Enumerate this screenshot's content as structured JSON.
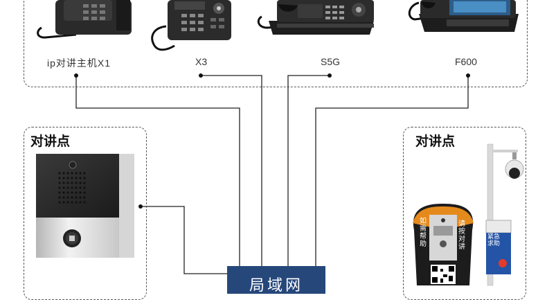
{
  "phones": [
    {
      "id": "x1",
      "label": "ip对讲主机X1"
    },
    {
      "id": "x3",
      "label": "X3"
    },
    {
      "id": "s5g",
      "label": "S5G"
    },
    {
      "id": "f600",
      "label": "F600"
    }
  ],
  "left_point": {
    "title": "对讲点"
  },
  "right_point": {
    "title": "对讲点"
  },
  "network": {
    "label": "局域网"
  },
  "kiosk_text": {
    "left": "如需帮助",
    "right": "请按对讲",
    "pole": "紧急求助"
  },
  "colors": {
    "lan_fill": "#26477a",
    "line": "#222222"
  }
}
